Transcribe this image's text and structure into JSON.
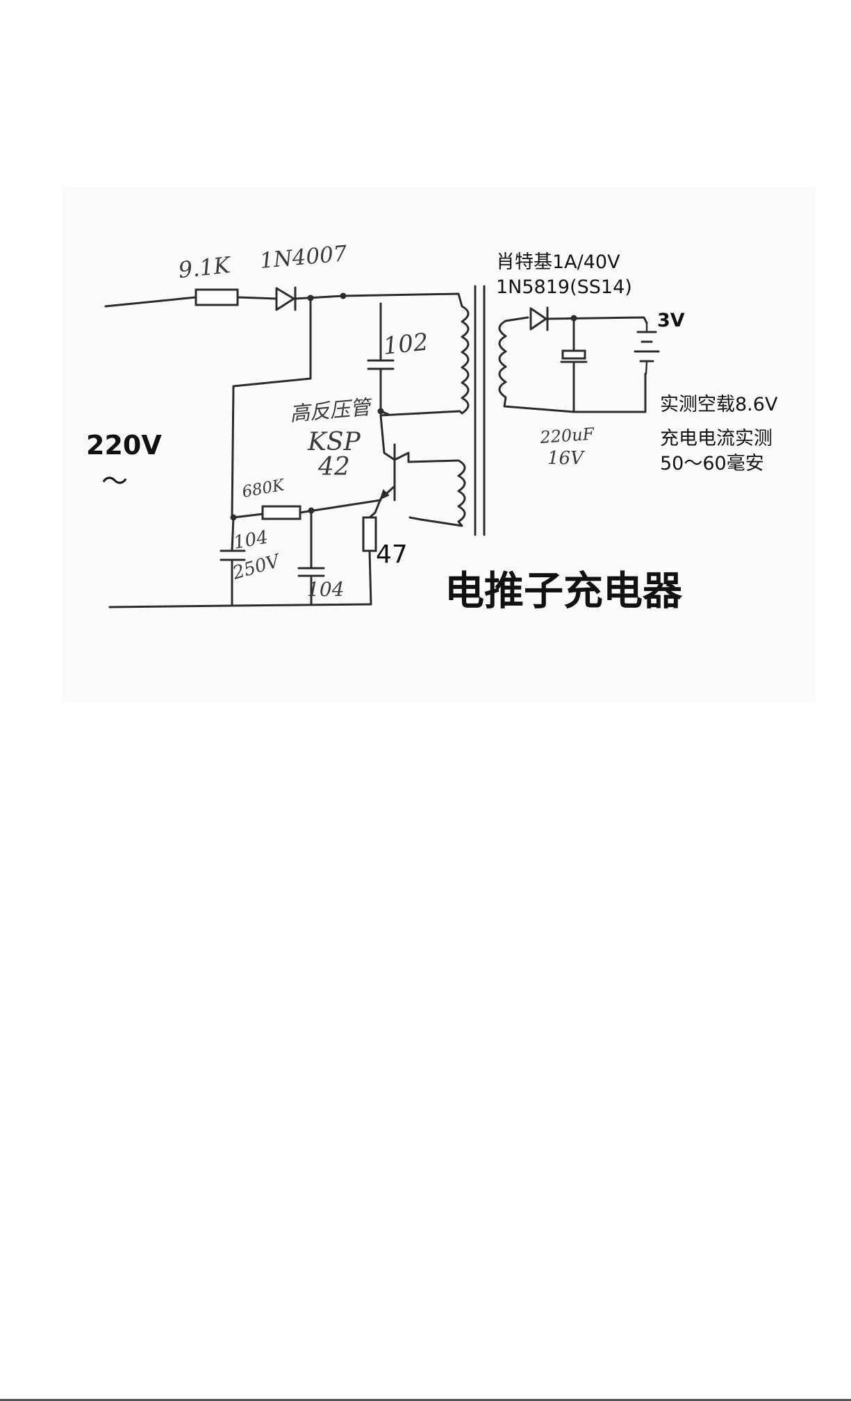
{
  "labels": {
    "r1": "9.1K",
    "d1": "1N4007",
    "c1": "102",
    "q1_desc": "高反压管",
    "q1_model": "KSP",
    "q1_num": "42",
    "r2": "680K",
    "c2_val": "104",
    "c2_volt": "250V",
    "c3": "104",
    "r3": "47",
    "mains_voltage": "220V",
    "mains_symbol": "～",
    "schottky_line1": "肖特基1A/40V",
    "schottky_line2": "1N5819(SS14)",
    "battery": "3V",
    "cap_out_val": "220uF",
    "cap_out_volt": "16V",
    "no_load": "实测空载8.6V",
    "current_line1": "充电电流实测",
    "current_line2": "50～60毫安",
    "title": "电推子充电器"
  },
  "colors": {
    "ink": "#2b2b2b",
    "background": "#ffffff",
    "panel": "#fbfbfb"
  }
}
